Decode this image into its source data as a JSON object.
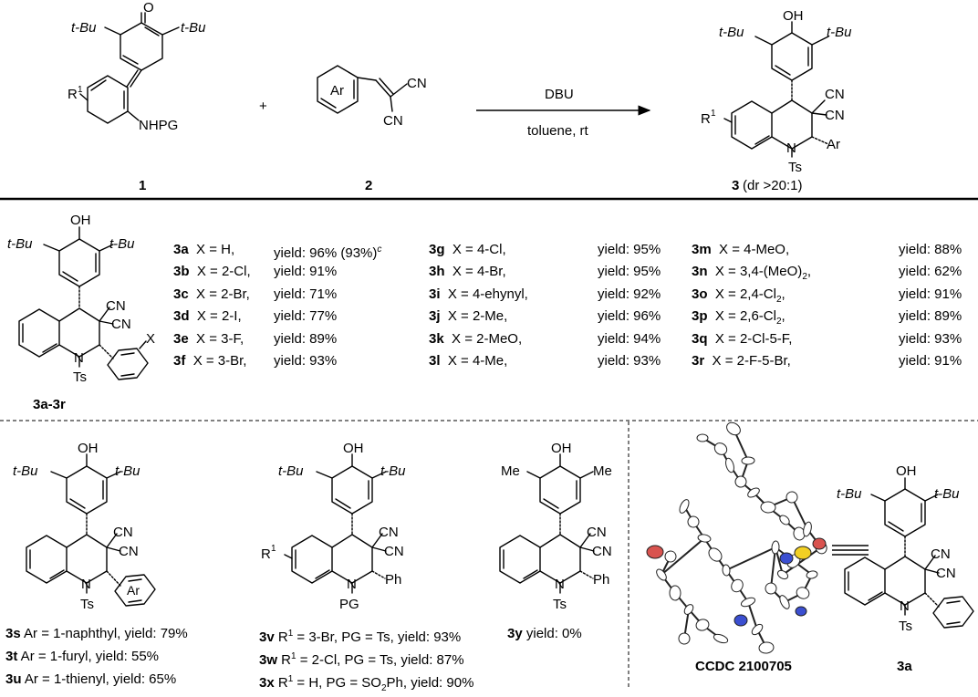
{
  "header": {
    "plus": "+",
    "reagent": "DBU",
    "conditions": "toluene, rt",
    "label_1": "1",
    "label_2": "2",
    "label_3": "3",
    "label_3_dr": "(dr >20:1)",
    "sm1": {
      "tbu_left": "t-Bu",
      "tbu_right": "t-Bu",
      "oxo": "O",
      "r1": "R",
      "r1_sup": "1",
      "nhpg": "NHPG"
    },
    "sm2": {
      "ar": "Ar",
      "cn_top": "CN",
      "cn_bottom": "CN"
    },
    "product": {
      "oh": "OH",
      "tbu_left": "t-Bu",
      "tbu_right": "t-Bu",
      "cn1": "CN",
      "cn2": "CN",
      "r1": "R",
      "r1_sup": "1",
      "n": "N",
      "ar": "Ar",
      "ts": "Ts"
    }
  },
  "scope_3a_3r": {
    "structure": {
      "oh": "OH",
      "tbu_left": "t-Bu",
      "tbu_right": "t-Bu",
      "cn1": "CN",
      "cn2": "CN",
      "n": "N",
      "ts": "Ts",
      "x": "X",
      "label": "3a-3r"
    },
    "columns": [
      {
        "rows": [
          {
            "cmp": "3a",
            "x": "X = H,",
            "yield": "yield: 96% (93%)",
            "sup": "c"
          },
          {
            "cmp": "3b",
            "x": "X = 2-Cl,",
            "yield": "yield: 91%"
          },
          {
            "cmp": "3c",
            "x": "X = 2-Br,",
            "yield": "yield: 71%"
          },
          {
            "cmp": "3d",
            "x": "X = 2-I,",
            "yield": "yield: 77%"
          },
          {
            "cmp": "3e",
            "x": "X = 3-F,",
            "yield": "yield: 89%"
          },
          {
            "cmp": "3f",
            "x": "X = 3-Br,",
            "yield": "yield: 93%"
          }
        ]
      },
      {
        "rows": [
          {
            "cmp": "3g",
            "x": "X = 4-Cl,",
            "yield": "yield: 95%"
          },
          {
            "cmp": "3h",
            "x": "X = 4-Br,",
            "yield": "yield: 95%"
          },
          {
            "cmp": "3i",
            "x": "X = 4-ehynyl,",
            "yield": "yield: 92%"
          },
          {
            "cmp": "3j",
            "x": "X = 2-Me,",
            "yield": "yield: 96%"
          },
          {
            "cmp": "3k",
            "x": "X = 2-MeO,",
            "yield": "yield: 94%"
          },
          {
            "cmp": "3l",
            "x": "X = 4-Me,",
            "yield": "yield: 93%"
          }
        ]
      },
      {
        "rows": [
          {
            "cmp": "3m",
            "x": "X = 4-MeO,",
            "yield": "yield: 88%"
          },
          {
            "cmp": "3n",
            "x": "X = 3,4-(MeO)",
            "sub": "2",
            "tail": ",",
            "yield": "yield: 62%"
          },
          {
            "cmp": "3o",
            "x": "X = 2,4-Cl",
            "sub": "2",
            "tail": ",",
            "yield": "yield: 91%"
          },
          {
            "cmp": "3p",
            "x": "X = 2,6-Cl",
            "sub": "2",
            "tail": ",",
            "yield": "yield: 89%"
          },
          {
            "cmp": "3q",
            "x": "X = 2-Cl-5-F,",
            "yield": "yield: 93%"
          },
          {
            "cmp": "3r",
            "x": "X = 2-F-5-Br,",
            "yield": "yield: 91%"
          }
        ]
      }
    ]
  },
  "scope_s_u": {
    "structure": {
      "oh": "OH",
      "tbu_left": "t-Bu",
      "tbu_right": "t-Bu",
      "cn1": "CN",
      "cn2": "CN",
      "n": "N",
      "ts": "Ts",
      "ar": "Ar"
    },
    "rows": [
      {
        "cmp": "3s",
        "text": " Ar = 1-naphthyl,  yield: 79%"
      },
      {
        "cmp": "3t",
        "text": "  Ar = 1-furyl,  yield: 55%"
      },
      {
        "cmp": "3u",
        "text": "  Ar = 1-thienyl,  yield: 65%"
      }
    ]
  },
  "scope_v_x": {
    "structure": {
      "oh": "OH",
      "tbu_left": "t-Bu",
      "tbu_right": "t-Bu",
      "cn1": "CN",
      "cn2": "CN",
      "r1": "R",
      "r1_sup": "1",
      "n": "N",
      "pg": "PG",
      "ph": "Ph"
    },
    "rows": [
      {
        "cmp": "3v",
        "text": "  R",
        "sup": "1",
        "text2": " = 3-Br,  PG = Ts, yield: 93%"
      },
      {
        "cmp": "3w",
        "text": "  R",
        "sup": "1",
        "text2": " = 2-Cl,  PG = Ts, yield: 87%"
      },
      {
        "cmp": "3x",
        "text": "  R",
        "sup": "1",
        "text2": " = H,  PG = SO",
        "sub": "2",
        "text3": "Ph, yield: 90%"
      }
    ]
  },
  "scope_y": {
    "structure": {
      "oh": "OH",
      "me_left": "Me",
      "me_right": "Me",
      "cn1": "CN",
      "cn2": "CN",
      "n": "N",
      "ts": "Ts",
      "ph": "Ph"
    },
    "row": {
      "cmp": "3y",
      "text": "  yield: 0%"
    }
  },
  "xray": {
    "ccdc": "CCDC 2100705",
    "structure": {
      "oh": "OH",
      "tbu_left": "t-Bu",
      "tbu_right": "t-Bu",
      "cn1": "CN",
      "cn2": "CN",
      "n": "N",
      "ts": "Ts",
      "label": "3a"
    },
    "colors": {
      "oxygen": "#d9534f",
      "nitrogen": "#3b4fd1",
      "sulfur": "#f2d024",
      "carbon": "#ffffff"
    }
  }
}
